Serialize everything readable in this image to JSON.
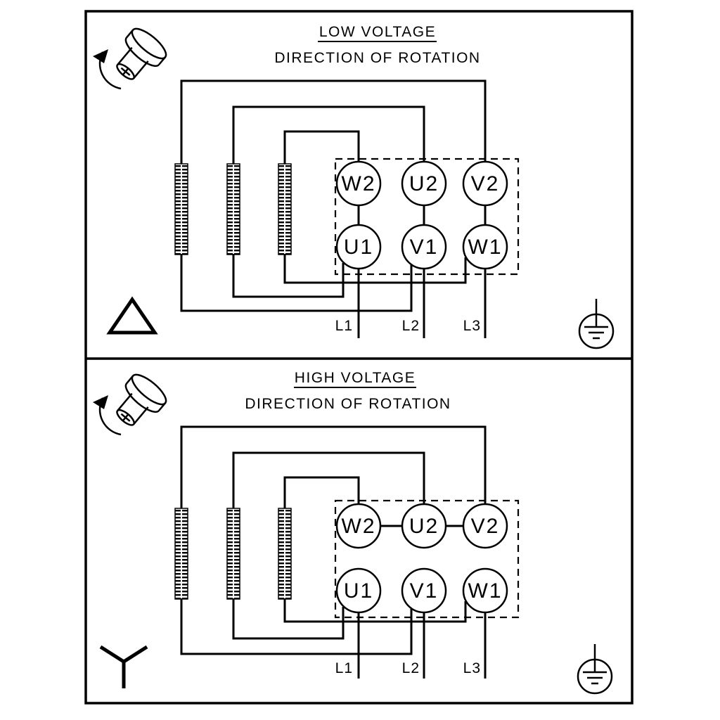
{
  "background": "#ffffff",
  "line_color": "#000000",
  "panels": {
    "low": {
      "title": "LOW VOLTAGE",
      "subtitle": "DIRECTION OF ROTATION",
      "connection_symbol": "delta-icon",
      "terminals": {
        "top": [
          "W2",
          "U2",
          "V2"
        ],
        "bottom": [
          "U1",
          "V1",
          "W1"
        ]
      },
      "supply_lines": [
        "L1",
        "L2",
        "L3"
      ]
    },
    "high": {
      "title": "HIGH VOLTAGE",
      "subtitle": "DIRECTION OF ROTATION",
      "connection_symbol": "wye-icon",
      "terminals": {
        "top": [
          "W2",
          "U2",
          "V2"
        ],
        "bottom": [
          "U1",
          "V1",
          "W1"
        ]
      },
      "supply_lines": [
        "L1",
        "L2",
        "L3"
      ]
    }
  },
  "icons": {
    "rotation": "shaft-rotation-icon",
    "earth": "protective-earth-icon",
    "delta": "delta-icon",
    "wye": "wye-icon"
  }
}
